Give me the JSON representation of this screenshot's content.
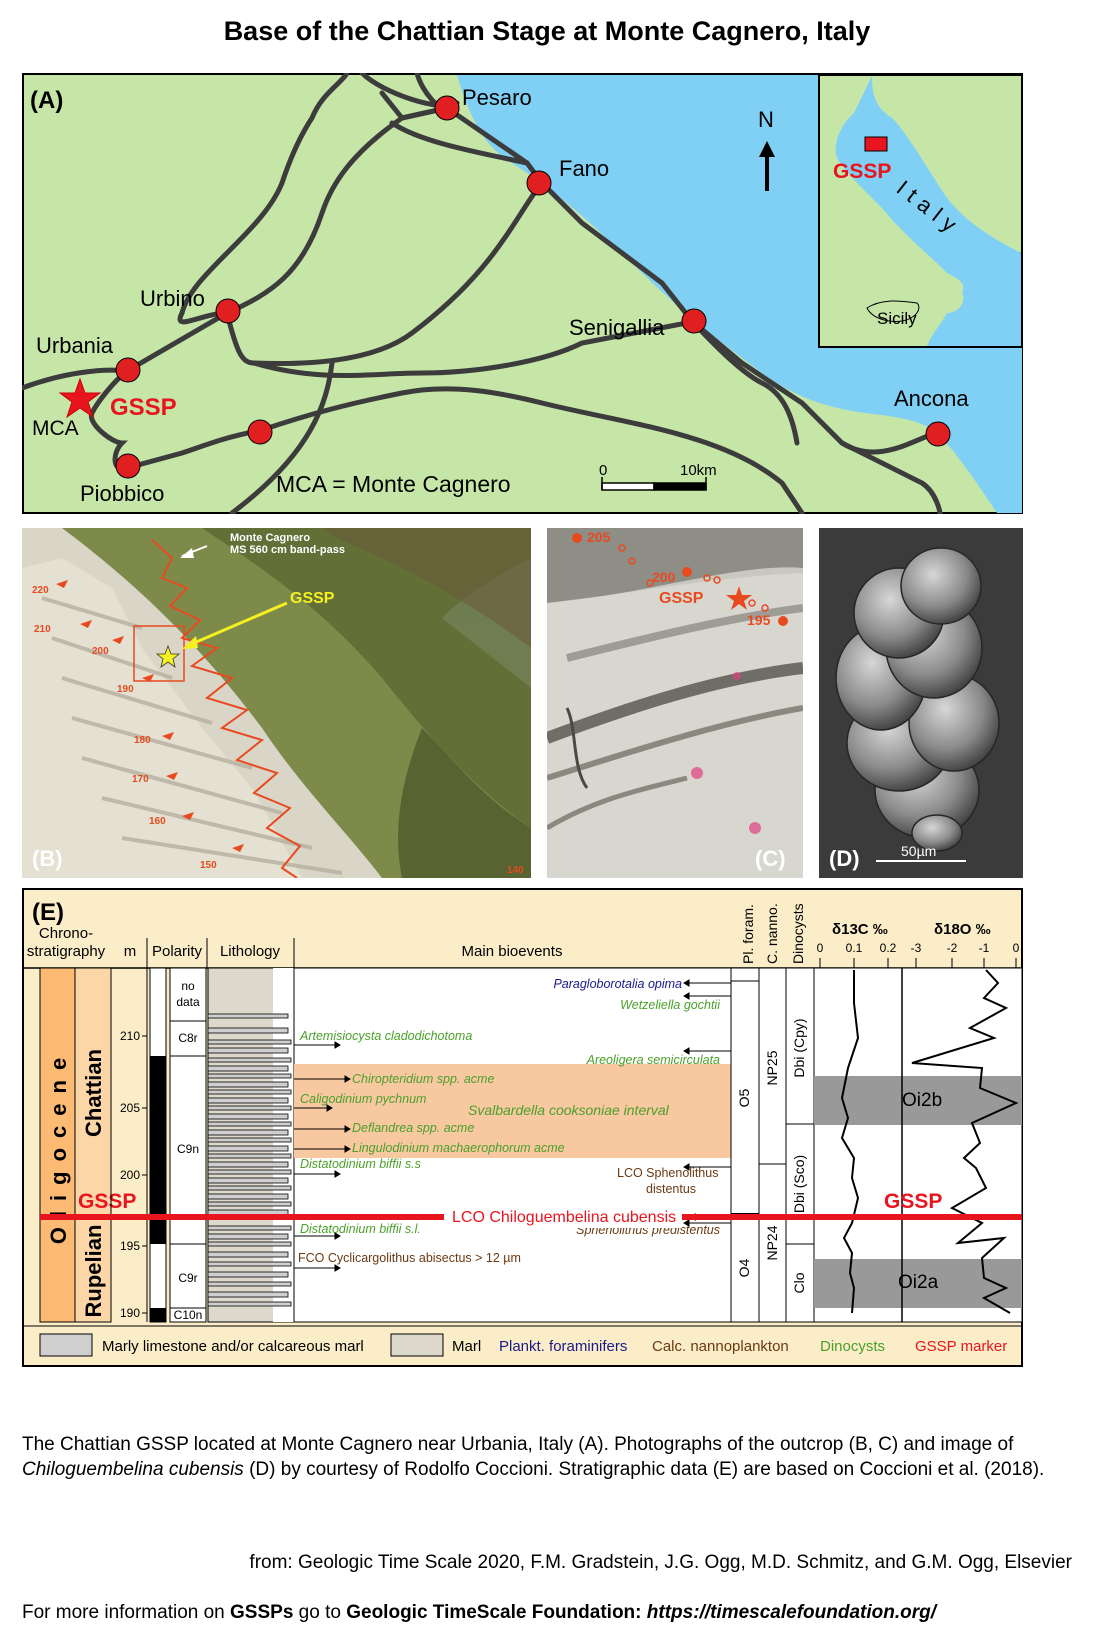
{
  "title": "Base of the Chattian Stage at Monte Cagnero, Italy",
  "panel_a": {
    "label": "(A)",
    "cities": [
      "Pesaro",
      "Fano",
      "Urbino",
      "Senigallia",
      "Urbania",
      "Ancona",
      "Piobbico"
    ],
    "gssp": "GSSP",
    "mca": "MCA",
    "legend": "MCA = Monte Cagnero",
    "scale_zero": "0",
    "scale_ten": "10km",
    "north": "N",
    "inset_gssp": "GSSP",
    "inset_italy": "Italy",
    "inset_sicily": "Sicily"
  },
  "panel_b": {
    "label": "(B)",
    "annotation1": "Monte Cagnero",
    "annotation2": "MS 560 cm band-pass",
    "gssp": "GSSP",
    "heights": [
      "220",
      "210",
      "200",
      "190",
      "180",
      "170",
      "160",
      "150",
      "140"
    ]
  },
  "panel_c": {
    "label": "(C)",
    "gssp": "GSSP",
    "heights": [
      "205",
      "200",
      "195"
    ]
  },
  "panel_d": {
    "label": "(D)",
    "scale": "50µm"
  },
  "panel_e": {
    "label": "(E)",
    "headers": {
      "chrono1": "Chrono-",
      "chrono2": "stratigraphy",
      "m": "m",
      "polarity": "Polarity",
      "lithology": "Lithology",
      "bioevents": "Main bioevents",
      "pl_foram": "Pl. foram.",
      "c_nanno": "C. nanno.",
      "dinocysts": "Dinocysts",
      "d13c": "δ13C ‰",
      "d18o": "δ18O ‰"
    },
    "epoch": "Oligocene",
    "stage_upper": "Chattian",
    "stage_lower": "Rupelian",
    "gssp": "GSSP",
    "depth_ticks": [
      "210",
      "205",
      "200",
      "195",
      "190"
    ],
    "polarity": {
      "no_data1": "no",
      "no_data2": "data",
      "c8r": "C8r",
      "c9n": "C9n",
      "c9r": "C9r",
      "c10n": "C10n"
    },
    "bioevents": {
      "paragloborotalia": "Paragloborotalia opima",
      "wetzeliella": "Wetzeliella gochtii",
      "artemisiocysta": "Artemisiocysta cladodichotoma",
      "areoligera": "Areoligera semicirculata",
      "chiropteridium": "Chiropteridium spp. acme",
      "caligodinium": "Caligodinium pychnum",
      "svalbardella": "Svalbardella cooksoniae interval",
      "deflandrea": "Deflandrea spp. acme",
      "lingulodinium": "Lingulodinium machaerophorum acme",
      "distatodinium_ss": "Distatodinium biffii s.s",
      "lco_spheno1": "LCO Sphenolithus",
      "lco_spheno2": "distentus",
      "lco_chilo": "LCO Chiloguembelina cubensis",
      "distatodinium_sl": "Distatodinium biffii s.l.",
      "spheno_predist": "Sphenolithus predistentus",
      "fco_cyclic": "FCO Cyclicargolithus abisectus > 12 µm"
    },
    "zones": {
      "o5": "O5",
      "o4": "O4",
      "np25": "NP25",
      "np24": "NP24",
      "dbi_cpy": "Dbi (Cpy)",
      "dbi_sco": "Dbi (Sco)",
      "clo": "Clo"
    },
    "d13c_ticks": [
      "0",
      "0.1",
      "0.2"
    ],
    "d18o_ticks": [
      "-3",
      "-2",
      "-1",
      "0"
    ],
    "oi2b": "Oi2b",
    "oi2a": "Oi2a",
    "legend": {
      "marly": "Marly limestone and/or calcareous marl",
      "marl": "Marl",
      "plankt": "Plankt. foraminifers",
      "calc": "Calc. nannoplankton",
      "dino": "Dinocysts",
      "gssp_marker": "GSSP marker"
    },
    "colors": {
      "foram": "#1a1a8c",
      "nanno": "#6b3a12",
      "dino": "#4aa12a",
      "gssp": "#e8141e",
      "background": "#fbedc8"
    }
  },
  "caption": {
    "part1": "The Chattian GSSP located at Monte Cagnero near Urbania, Italy (A). Photographs of the outcrop (B, C) and image of ",
    "species": "Chiloguembelina cubensis",
    "part2": " (D) by courtesy of Rodolfo Coccioni. Stratigraphic data (E) are based on Coccioni et al. (2018)."
  },
  "source": "from: Geologic Time Scale 2020, F.M. Gradstein, J.G. Ogg, M.D. Schmitz, and G.M. Ogg, Elsevier",
  "more_info": {
    "prefix": "For more information on ",
    "gssps": "GSSPs",
    "middle": " go to ",
    "foundation": "Geologic TimeScale Foundation: ",
    "url": "https://timescalefoundation.org/"
  }
}
